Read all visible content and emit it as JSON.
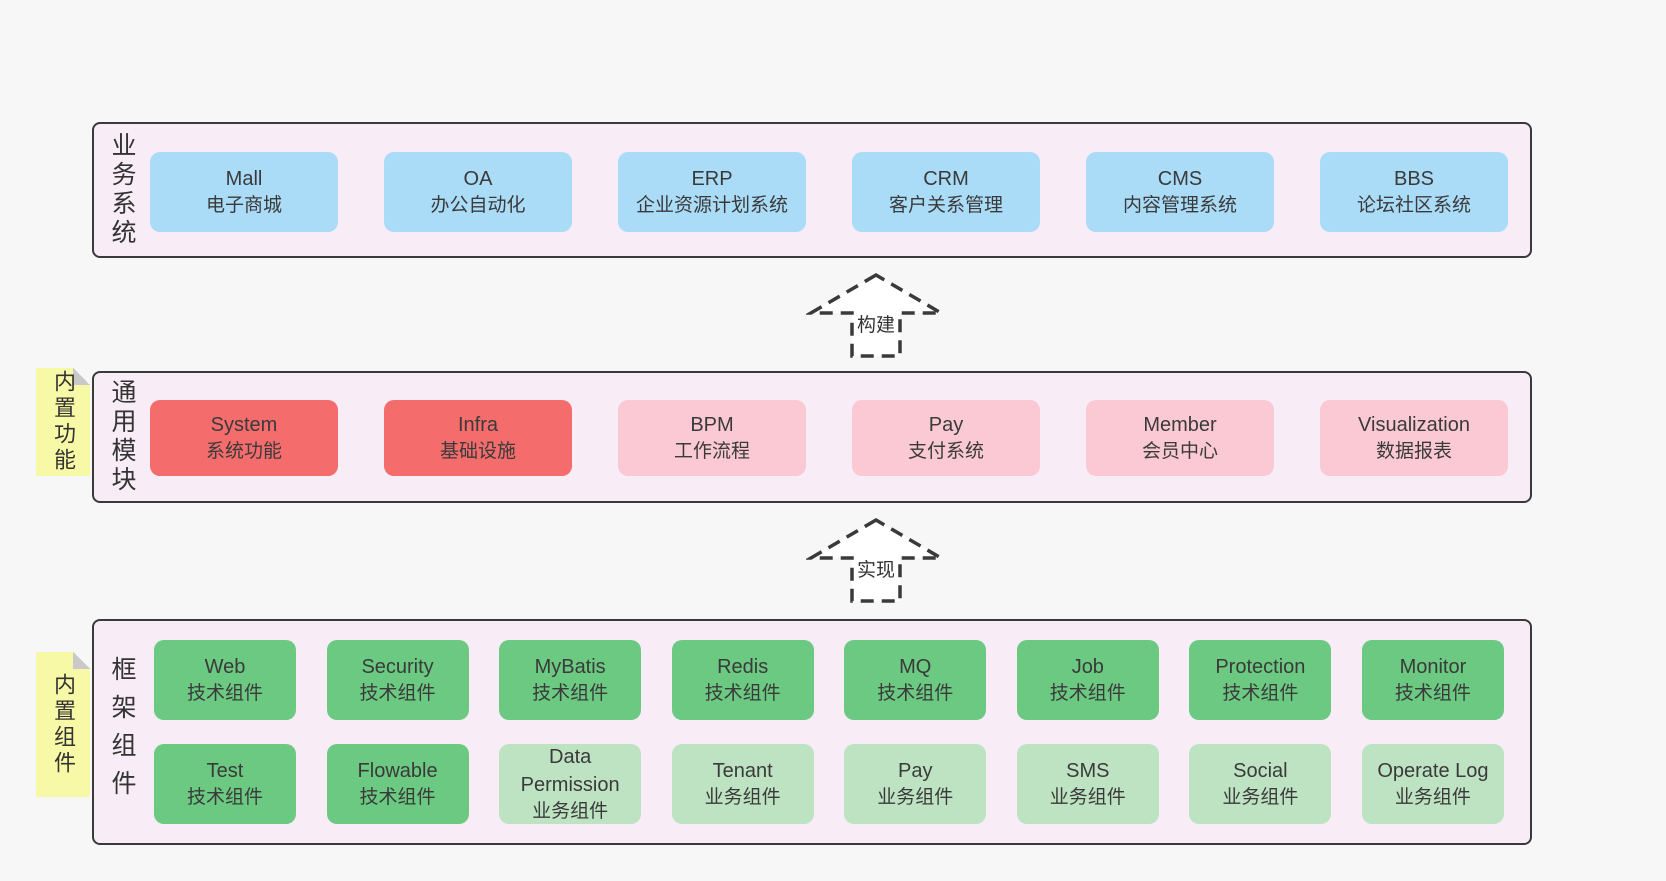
{
  "colors": {
    "page_background": "#f7f7f7",
    "layer_background": "#f8edf6",
    "border": "#3a3a3a",
    "text": "#3a3a3a",
    "blue": "#aadcf8",
    "red": "#f56c6c",
    "pink": "#fbc9d3",
    "green_dark": "#6bc981",
    "green_light": "#bee3c3",
    "sticky_yellow": "#f8f9a6",
    "fold_gray": "#c9c9c9"
  },
  "layers": {
    "business": {
      "label": "业务系统",
      "boxes": [
        {
          "title": "Mall",
          "subtitle": "电子商城",
          "type": "blue"
        },
        {
          "title": "OA",
          "subtitle": "办公自动化",
          "type": "blue"
        },
        {
          "title": "ERP",
          "subtitle": "企业资源计划系统",
          "type": "blue"
        },
        {
          "title": "CRM",
          "subtitle": "客户关系管理",
          "type": "blue"
        },
        {
          "title": "CMS",
          "subtitle": "内容管理系统",
          "type": "blue"
        },
        {
          "title": "BBS",
          "subtitle": "论坛社区系统",
          "type": "blue"
        }
      ]
    },
    "modules": {
      "label": "通用模块",
      "sticky": "内置功能",
      "boxes": [
        {
          "title": "System",
          "subtitle": "系统功能",
          "type": "red"
        },
        {
          "title": "Infra",
          "subtitle": "基础设施",
          "type": "red"
        },
        {
          "title": "BPM",
          "subtitle": "工作流程",
          "type": "pink"
        },
        {
          "title": "Pay",
          "subtitle": "支付系统",
          "type": "pink"
        },
        {
          "title": "Member",
          "subtitle": "会员中心",
          "type": "pink"
        },
        {
          "title": "Visualization",
          "subtitle": "数据报表",
          "type": "pink"
        }
      ]
    },
    "components": {
      "label": "框架组件",
      "sticky": "内置组件",
      "row1": [
        {
          "title": "Web",
          "subtitle": "技术组件",
          "type": "greenDark"
        },
        {
          "title": "Security",
          "subtitle": "技术组件",
          "type": "greenDark"
        },
        {
          "title": "MyBatis",
          "subtitle": "技术组件",
          "type": "greenDark"
        },
        {
          "title": "Redis",
          "subtitle": "技术组件",
          "type": "greenDark"
        },
        {
          "title": "MQ",
          "subtitle": "技术组件",
          "type": "greenDark"
        },
        {
          "title": "Job",
          "subtitle": "技术组件",
          "type": "greenDark"
        },
        {
          "title": "Protection",
          "subtitle": "技术组件",
          "type": "greenDark"
        },
        {
          "title": "Monitor",
          "subtitle": "技术组件",
          "type": "greenDark"
        }
      ],
      "row2": [
        {
          "title": "Test",
          "subtitle": "技术组件",
          "type": "greenDark"
        },
        {
          "title": "Flowable",
          "subtitle": "技术组件",
          "type": "greenDark"
        },
        {
          "title": "Data Permission",
          "subtitle": "业务组件",
          "type": "greenLight"
        },
        {
          "title": "Tenant",
          "subtitle": "业务组件",
          "type": "greenLight"
        },
        {
          "title": "Pay",
          "subtitle": "业务组件",
          "type": "greenLight"
        },
        {
          "title": "SMS",
          "subtitle": "业务组件",
          "type": "greenLight"
        },
        {
          "title": "Social",
          "subtitle": "业务组件",
          "type": "greenLight"
        },
        {
          "title": "Operate Log",
          "subtitle": "业务组件",
          "type": "greenLight"
        }
      ]
    }
  },
  "arrows": {
    "build": "构建",
    "implement": "实现"
  }
}
